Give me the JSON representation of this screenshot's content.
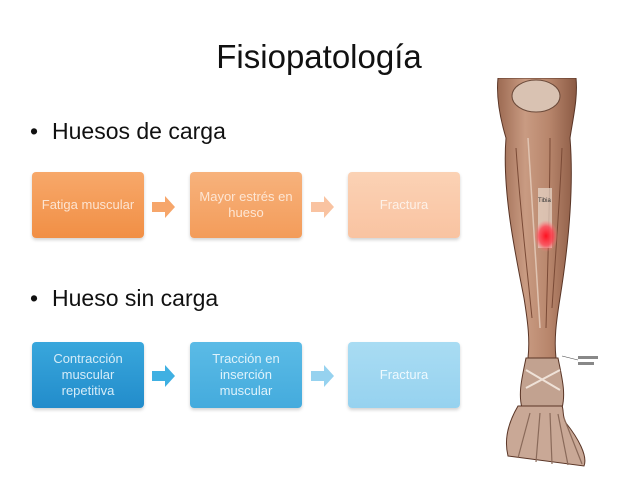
{
  "title": "Fisiopatología",
  "sections": [
    {
      "bullet": "Huesos de carga",
      "boxes": [
        "Fatiga muscular",
        "Mayor estrés en hueso",
        "Fractura"
      ],
      "colors": [
        "#f18f45",
        "#f39c5a",
        "#f9c3a1"
      ]
    },
    {
      "bullet": "Hueso sin carga",
      "boxes": [
        "Contracción muscular repetitiva",
        "Tracción en inserción muscular",
        "Fractura"
      ],
      "colors": [
        "#228ccb",
        "#44abdd",
        "#96d2ef"
      ]
    }
  ],
  "leg_label": "Tibia",
  "bullet_char": "•"
}
